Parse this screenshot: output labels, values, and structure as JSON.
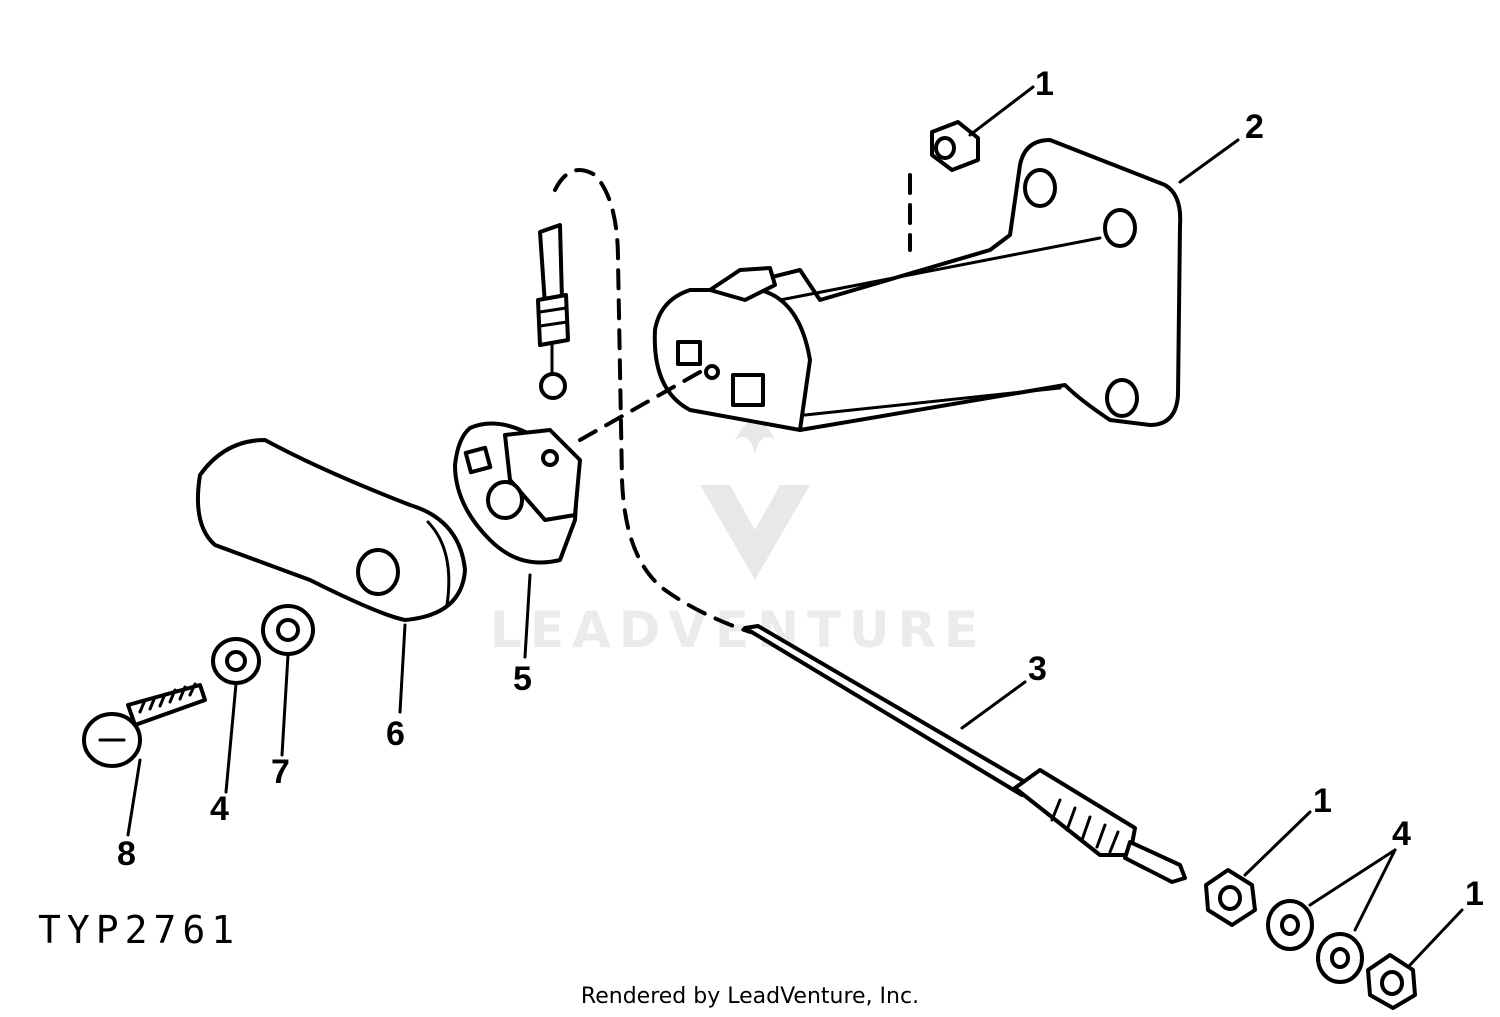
{
  "diagram": {
    "callouts": {
      "item_1_top": "1",
      "item_2": "2",
      "item_3": "3",
      "item_1_mid": "1",
      "item_4_right": "4",
      "item_1_bottom": "1",
      "item_5": "5",
      "item_6": "6",
      "item_7": "7",
      "item_4_left": "4",
      "item_8": "8"
    },
    "watermark": "LEADVENTURE",
    "code": "TYP2761",
    "footer": "Rendered by LeadVenture, Inc."
  }
}
